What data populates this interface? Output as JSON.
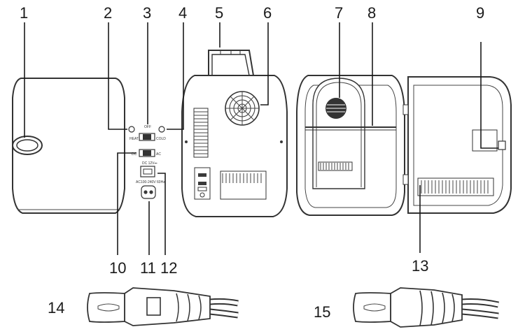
{
  "callouts": {
    "c1": "1",
    "c2": "2",
    "c3": "3",
    "c4": "4",
    "c5": "5",
    "c6": "6",
    "c7": "7",
    "c8": "8",
    "c9": "9",
    "c10": "10",
    "c11": "11",
    "c12": "12",
    "c13": "13",
    "c14": "14",
    "c15": "15"
  },
  "panel_labels": {
    "off": "OFF",
    "heat": "HEAT",
    "cold": "COLD",
    "dc": "DC",
    "ac": "AC",
    "dc_input": "DC 12V⎓",
    "ac_input": "AC100-240V 60Hz"
  },
  "colors": {
    "line": "#1a1a1a",
    "body": "#ffffff",
    "outline": "#333333"
  }
}
